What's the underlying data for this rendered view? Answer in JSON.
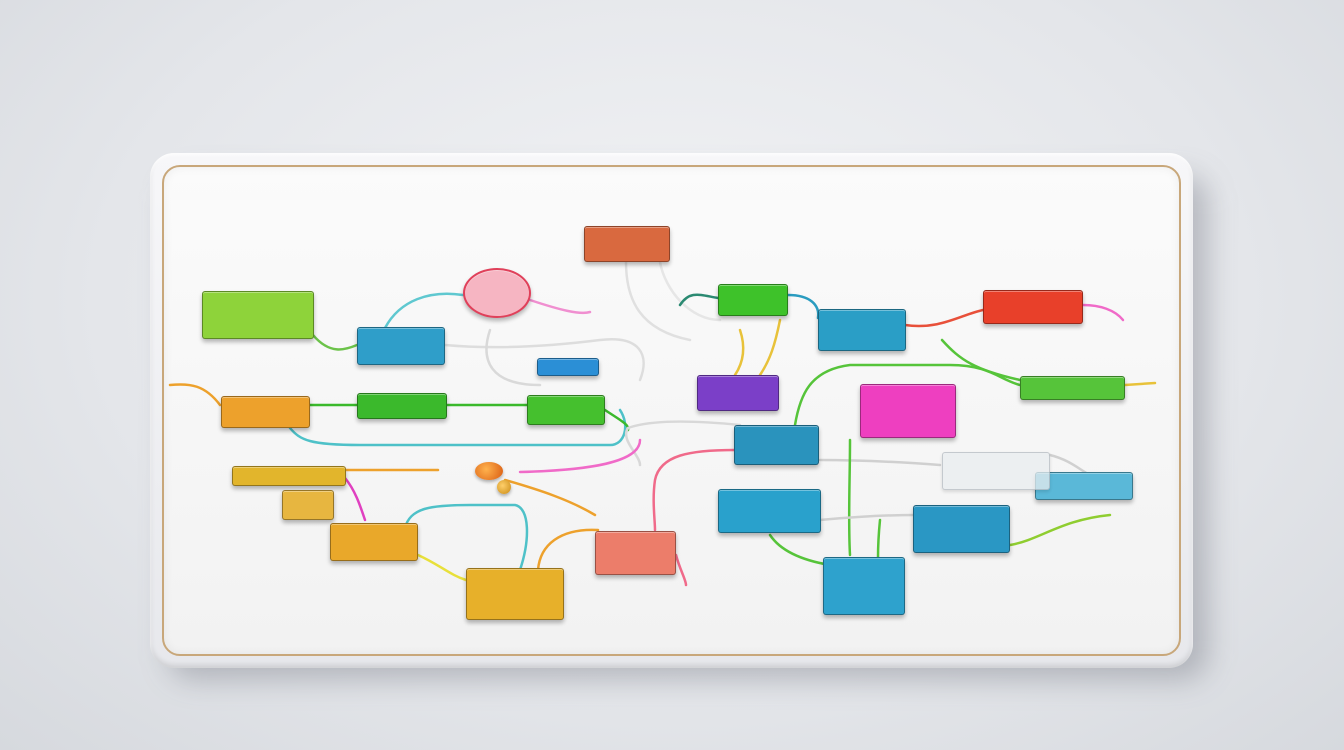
{
  "diagram": {
    "nodes": [
      {
        "id": "n-top",
        "label": "",
        "color": "#d9693f"
      },
      {
        "id": "n-heart",
        "label": "",
        "color": "#f6b5c2"
      },
      {
        "id": "n-green-left",
        "label": "",
        "color": "#8ed33a"
      },
      {
        "id": "n-blue-left",
        "label": "",
        "color": "#2f9ec9"
      },
      {
        "id": "n-green-top",
        "label": "",
        "color": "#3ec22a"
      },
      {
        "id": "n-blue-top",
        "label": "",
        "color": "#2a9ec6"
      },
      {
        "id": "n-red-right",
        "label": "",
        "color": "#e8402a"
      },
      {
        "id": "n-small-blue",
        "label": "",
        "color": "#2b8fd6"
      },
      {
        "id": "n-purple",
        "label": "",
        "color": "#7b3fc8"
      },
      {
        "id": "n-magenta",
        "label": "",
        "color": "#ee3fc0"
      },
      {
        "id": "n-green-right",
        "label": "",
        "color": "#56c43a"
      },
      {
        "id": "n-orange-left",
        "label": "",
        "color": "#eda12c"
      },
      {
        "id": "n-green-mid1",
        "label": "",
        "color": "#3bb92c"
      },
      {
        "id": "n-green-mid2",
        "label": "",
        "color": "#45c02e"
      },
      {
        "id": "n-center-blue",
        "label": "",
        "color": "#2a93bd"
      },
      {
        "id": "n-yellow-stack",
        "label": "",
        "color": "#e2b52c"
      },
      {
        "id": "n-orange-box",
        "label": "",
        "color": "#e7b640"
      },
      {
        "id": "n-yellow-bot",
        "label": "",
        "color": "#e9a82a"
      },
      {
        "id": "n-salmon",
        "label": "",
        "color": "#ec7d6a"
      },
      {
        "id": "n-blue-mid",
        "label": "",
        "color": "#29a1cc"
      },
      {
        "id": "n-blue-bot",
        "label": "",
        "color": "#2ea2cd"
      },
      {
        "id": "n-blue-right",
        "label": "",
        "color": "#2a97c4"
      },
      {
        "id": "n-blue-far",
        "label": "",
        "color": "#5ab8d8"
      },
      {
        "id": "n-glass",
        "label": "",
        "color": "#e8ecef"
      }
    ]
  }
}
